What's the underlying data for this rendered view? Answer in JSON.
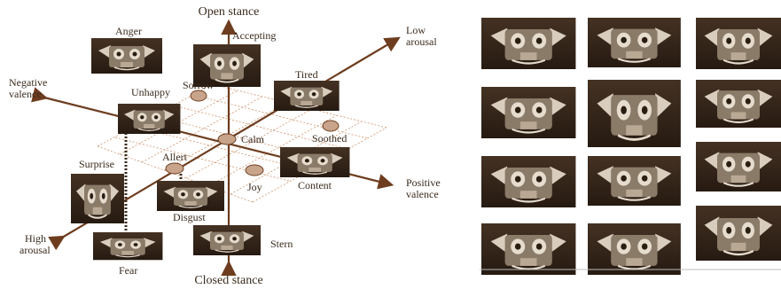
{
  "axes": {
    "top": "Open stance",
    "bottom": "Closed stance",
    "upper_right": "Low\narousal",
    "lower_left": "High\narousal",
    "upper_left": "Negative\nvalence",
    "lower_right": "Positive\nvalence"
  },
  "expressions": {
    "anger": "Anger",
    "accepting": "Accepting",
    "tired": "Tired",
    "unhappy": "Unhappy",
    "sorrow": "Sorrow",
    "calm": "Calm",
    "soothed": "Soothed",
    "allert": "Allert",
    "surprise": "Surprise",
    "joy": "Joy",
    "content": "Content",
    "disgust": "Disgust",
    "stern": "Stern",
    "fear": "Fear"
  },
  "colors": {
    "axis": "#6e3d1f",
    "grid": "#c9855a",
    "photo_tint": "#3b2a1c",
    "oval_fill": "#c8a48a"
  }
}
